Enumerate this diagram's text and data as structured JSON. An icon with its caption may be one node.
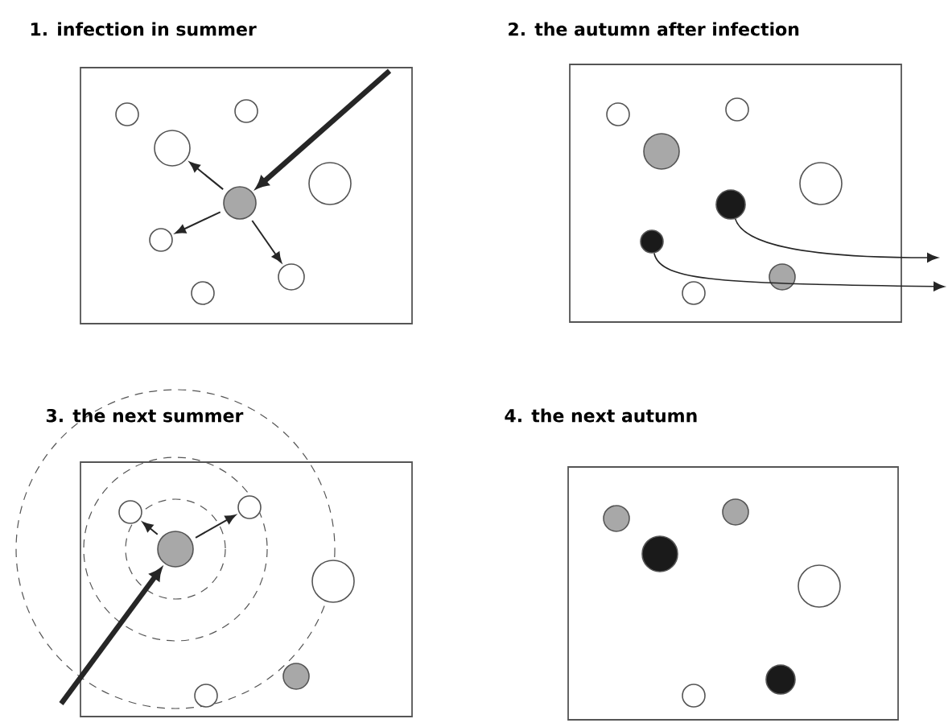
{
  "diagram": {
    "nodes": [
      {
        "text": [
          "1. infection in summer"
        ]
      },
      {
        "text": [],
        "shape": "circle",
        "in": 0
      },
      {
        "text": [],
        "shape": "circle",
        "in": 0
      },
      {
        "text": [],
        "shape": "circle",
        "in": 0
      },
      {
        "text": [],
        "shape": "circle",
        "in": 0
      },
      {
        "text": [],
        "shape": "circle",
        "in": 0
      },
      {
        "text": [],
        "shape": "circle",
        "in": 0
      },
      {
        "text": [],
        "shape": "circle",
        "in": 0
      },
      {
        "text": [],
        "shape": "circle",
        "in": 0
      },
      {
        "text": [
          "2. the autumn after infection"
        ]
      },
      {
        "text": [],
        "shape": "circle",
        "in": 9
      },
      {
        "text": [],
        "shape": "circle",
        "in": 9
      },
      {
        "text": [],
        "shape": "circle",
        "in": 9
      },
      {
        "text": [],
        "shape": "circle",
        "in": 9
      },
      {
        "text": [],
        "shape": "circle",
        "in": 9
      },
      {
        "text": [],
        "shape": "circle",
        "in": 9
      },
      {
        "text": [],
        "shape": "circle",
        "in": 9
      },
      {
        "text": [],
        "shape": "circle",
        "in": 9
      },
      {
        "text": [
          "3. the next summer"
        ]
      },
      {
        "text": [],
        "shape": "circle",
        "in": 18
      },
      {
        "text": [],
        "shape": "circle",
        "in": 18
      },
      {
        "text": [],
        "shape": "circle",
        "in": 18
      },
      {
        "text": [],
        "shape": "circle",
        "in": 18
      },
      {
        "text": [],
        "shape": "circle",
        "in": 18
      },
      {
        "text": [],
        "shape": "circle",
        "in": 18
      },
      {
        "text": [
          "4. the next autumn"
        ]
      },
      {
        "text": [],
        "shape": "circle",
        "in": 25
      },
      {
        "text": [],
        "shape": "circle",
        "in": 25
      },
      {
        "text": [],
        "shape": "circle",
        "in": 25
      },
      {
        "text": [],
        "shape": "circle",
        "in": 25
      },
      {
        "text": [],
        "shape": "circle",
        "in": 25
      },
      {
        "text": [],
        "shape": "circle",
        "in": 25
      }
    ],
    "edges": [
      {
        "from": null,
        "to": 5,
        "arrow": "to",
        "style": "thick"
      },
      {
        "from": 5,
        "to": 3,
        "arrow": "to"
      },
      {
        "from": 5,
        "to": 6,
        "arrow": "to"
      },
      {
        "from": 5,
        "to": 7,
        "arrow": "to"
      },
      {
        "from": 14,
        "to": null,
        "arrow": "to"
      },
      {
        "from": 15,
        "to": null,
        "arrow": "to"
      },
      {
        "from": null,
        "to": 21,
        "arrow": "to",
        "style": "thick"
      },
      {
        "from": 21,
        "to": 19,
        "arrow": "to"
      },
      {
        "from": 21,
        "to": 20,
        "arrow": "to"
      }
    ]
  }
}
